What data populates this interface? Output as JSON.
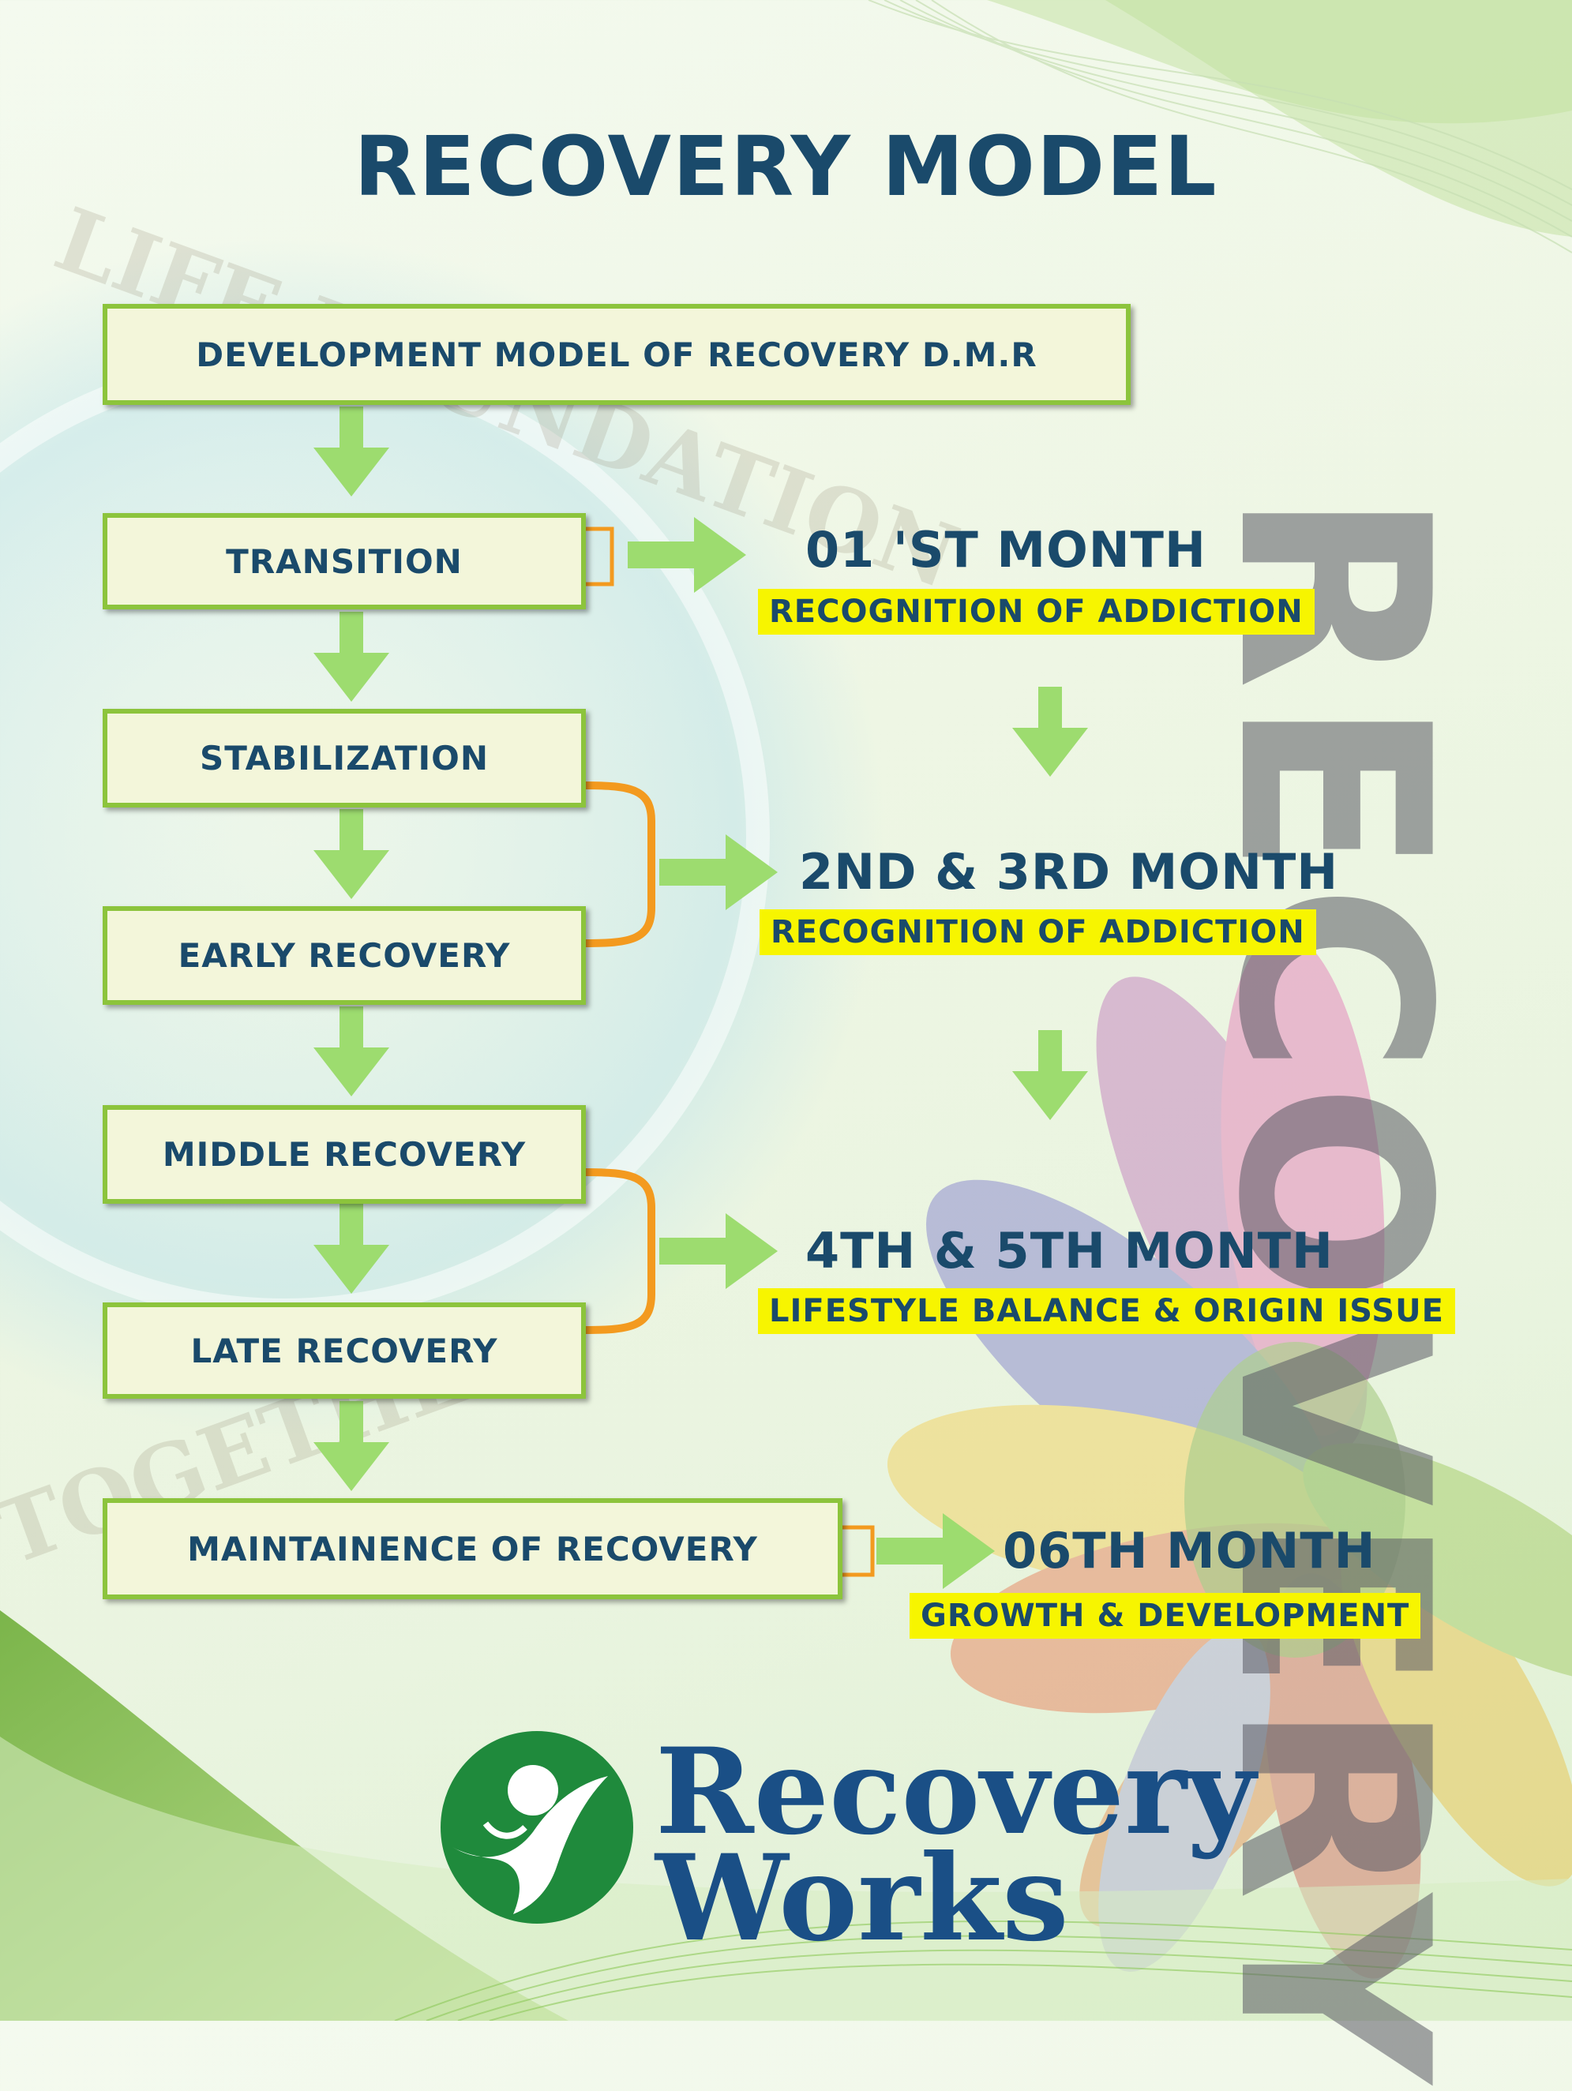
{
  "title": "RECOVERY MODEL",
  "stages": {
    "dmr": "DEVELOPMENT MODEL OF RECOVERY D.M.R",
    "transition": "TRANSITION",
    "stabilization": "STABILIZATION",
    "early": "EARLY RECOVERY",
    "middle": "MIDDLE RECOVERY",
    "late": "LATE RECOVERY",
    "maintain": "MAINTAINENCE OF RECOVERY"
  },
  "phases": [
    {
      "month": "01 'ST MONTH",
      "focus": "RECOGNITION OF ADDICTION"
    },
    {
      "month": "2ND & 3RD MONTH",
      "focus": "RECOGNITION OF ADDICTION"
    },
    {
      "month": "4TH & 5TH MONTH",
      "focus": "LIFESTYLE BALANCE & ORIGIN ISSUE"
    },
    {
      "month": "06TH MONTH",
      "focus": "GROWTH & DEVELOPMENT"
    }
  ],
  "watermark": "RECOVERY",
  "seal": {
    "top": "LIFE FOUNDATION",
    "bottom": "TOGETHER"
  },
  "logo": {
    "line1": "Recovery",
    "line2": "Works"
  },
  "colors": {
    "navy": "#1a4a6b",
    "green_border": "#8cc43c",
    "arrow_green": "#9ddc6f",
    "bracket_orange": "#f39a1f",
    "highlight_yellow": "#f7f500",
    "logo_green": "#1f8a3c",
    "logo_blue": "#1a4f86"
  }
}
